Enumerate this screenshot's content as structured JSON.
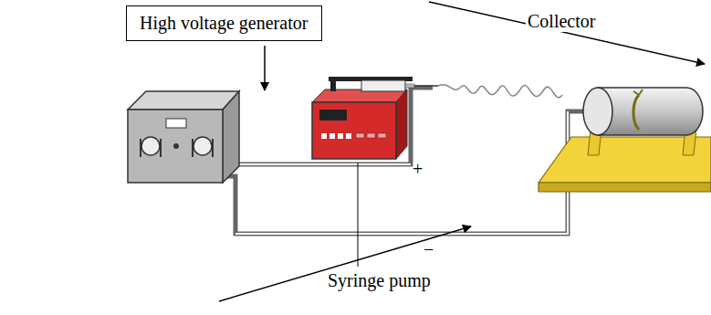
{
  "diagram": {
    "nodes": [
      {
        "text": [
          "High voltage generator"
        ]
      }
    ],
    "labels": [
      "Collector",
      "Syringe pump",
      "+",
      "−"
    ]
  }
}
